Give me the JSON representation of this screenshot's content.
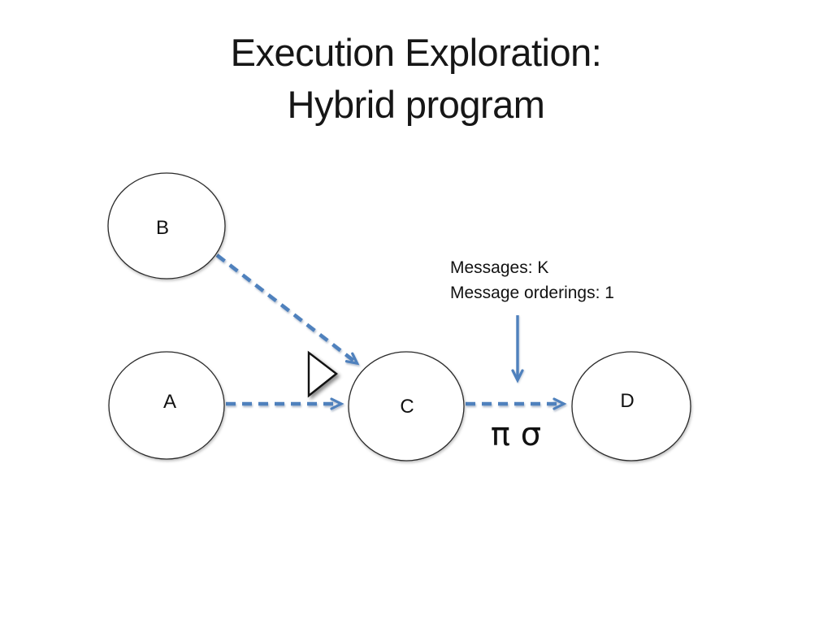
{
  "slide": {
    "title_line1": "Execution Exploration:",
    "title_line2": "Hybrid program"
  },
  "diagram": {
    "nodes": [
      {
        "id": "B",
        "label": "B"
      },
      {
        "id": "A",
        "label": "A"
      },
      {
        "id": "C",
        "label": "C"
      },
      {
        "id": "D",
        "label": "D"
      }
    ],
    "edges": [
      {
        "from": "B",
        "to": "C",
        "style": "dashed-arrow"
      },
      {
        "from": "A",
        "to": "C",
        "style": "dashed-arrow"
      },
      {
        "from": "C",
        "to": "D",
        "style": "dashed-arrow"
      }
    ],
    "edge_label": "π σ",
    "icons": {
      "play_triangle": "play-triangle-icon",
      "annotation_arrow": "down-arrow-icon"
    }
  },
  "annotation": {
    "line1": "Messages: K",
    "line2": "Message orderings: 1"
  },
  "colors": {
    "arrow_blue": "#4F81BD",
    "node_fill": "#ffffff",
    "node_stroke": "#2a2a2a",
    "text_black": "#161616"
  }
}
